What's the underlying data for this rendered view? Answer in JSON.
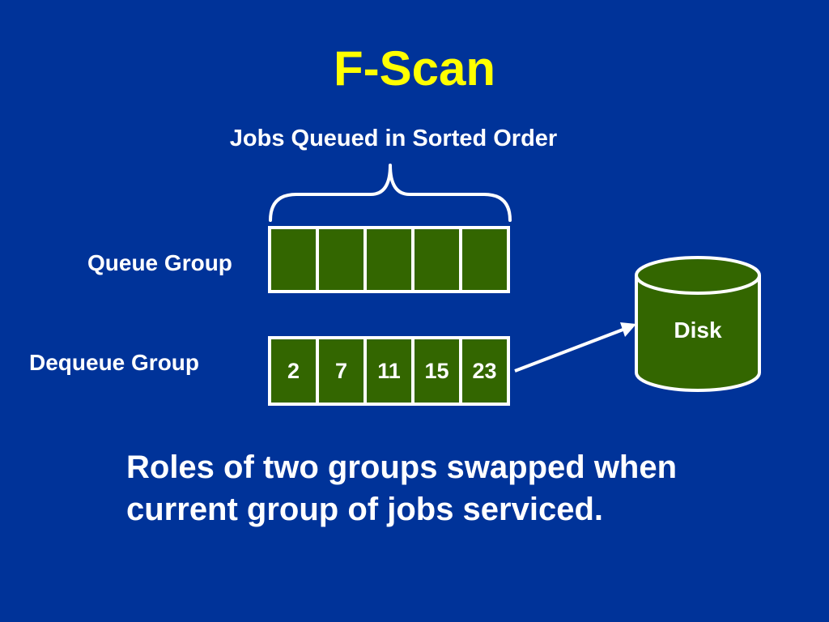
{
  "title": "F-Scan",
  "brace_label": "Jobs Queued in Sorted Order",
  "queue_group": {
    "label": "Queue Group",
    "cells": [
      "",
      "",
      "",
      "",
      ""
    ]
  },
  "dequeue_group": {
    "label": "Dequeue Group",
    "cells": [
      "2",
      "7",
      "11",
      "15",
      "23"
    ]
  },
  "disk": {
    "label": "Disk"
  },
  "caption": {
    "line1": "Roles of two groups swapped when",
    "line2": "current group of jobs serviced."
  },
  "colors": {
    "background": "#003399",
    "title": "#ffff00",
    "cell_fill": "#336600",
    "text": "#ffffff"
  }
}
